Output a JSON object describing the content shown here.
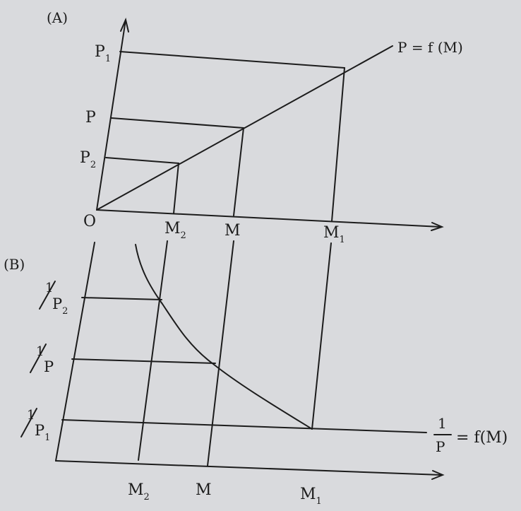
{
  "panel_a": {
    "label": "(A)",
    "origin_label": "O",
    "y_ticks": [
      {
        "letter": "P",
        "sub": "1"
      },
      {
        "letter": "P",
        "sub": ""
      },
      {
        "letter": "P",
        "sub": "2"
      }
    ],
    "x_ticks": [
      {
        "letter": "M",
        "sub": "2"
      },
      {
        "letter": "M",
        "sub": ""
      },
      {
        "letter": "M",
        "sub": "1"
      }
    ],
    "curve_label": "P = f (M)"
  },
  "panel_b": {
    "label": "(B)",
    "y_ticks": [
      {
        "num": "1",
        "letter": "P",
        "sub": "2"
      },
      {
        "num": "1",
        "letter": "P",
        "sub": ""
      },
      {
        "num": "1",
        "letter": "P",
        "sub": "1"
      }
    ],
    "x_ticks": [
      {
        "letter": "M",
        "sub": "2"
      },
      {
        "letter": "M",
        "sub": ""
      },
      {
        "letter": "M",
        "sub": "1"
      }
    ],
    "curve_label_num": "1",
    "curve_label_den": "P",
    "curve_label_rhs": "= f(M)"
  },
  "colors": {
    "ink": "#1c1c1c",
    "paper": "#d9dadd"
  }
}
